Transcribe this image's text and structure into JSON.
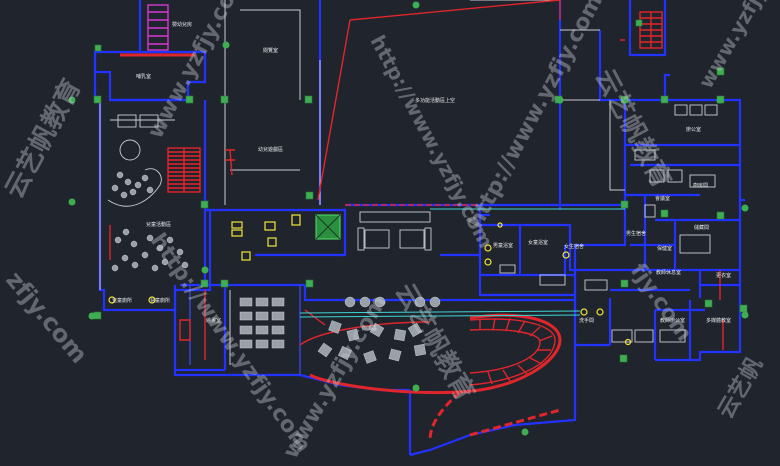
{
  "drawing": {
    "background": "#1f242d",
    "wall_color": "#2233ff",
    "accent_red": "#e0262b",
    "column_color": "#3fae52",
    "annotation_color": "#f2e63a",
    "rooms": [
      {
        "id": "r1",
        "label": "嬰幼兒房"
      },
      {
        "id": "r2",
        "label": "閱覽室"
      },
      {
        "id": "r3",
        "label": "哺乳室"
      },
      {
        "id": "r4",
        "label": "多功能活動區上空"
      },
      {
        "id": "r5",
        "label": "幼兒遊戲區"
      },
      {
        "id": "r6",
        "label": "兒童活動區"
      },
      {
        "id": "r7",
        "label": "兒童廁所"
      },
      {
        "id": "r8",
        "label": "兒童廁所"
      },
      {
        "id": "r9",
        "label": "男童浴室"
      },
      {
        "id": "r10",
        "label": "女童浴室"
      },
      {
        "id": "r11",
        "label": "女生宿舍"
      },
      {
        "id": "r12",
        "label": "男生宿舍"
      },
      {
        "id": "r13",
        "label": "保健室"
      },
      {
        "id": "r14",
        "label": "辦公室"
      },
      {
        "id": "r15",
        "label": "會議室"
      },
      {
        "id": "r16",
        "label": "廚房間"
      },
      {
        "id": "r17",
        "label": "儲藏間"
      },
      {
        "id": "r18",
        "label": "教師休息室"
      },
      {
        "id": "r19",
        "label": "更衣室"
      },
      {
        "id": "r20",
        "label": "繪畫室"
      },
      {
        "id": "r21",
        "label": "閱讀區"
      },
      {
        "id": "r22",
        "label": "洗手間"
      },
      {
        "id": "r23",
        "label": "教師辦公室"
      },
      {
        "id": "r24",
        "label": "多媒體教室"
      }
    ],
    "watermarks": [
      {
        "id": "w1",
        "text": "云艺帆教育"
      },
      {
        "id": "w2",
        "text": "www.yzfjy.com"
      },
      {
        "id": "w3",
        "text": "http://www.yzfjy.com"
      },
      {
        "id": "w4",
        "text": "云艺帆教育"
      },
      {
        "id": "w5",
        "text": "http://www.yzfjy.com"
      },
      {
        "id": "w6",
        "text": "zfjy.com"
      },
      {
        "id": "w7",
        "text": "http://www.yzfjy.com"
      },
      {
        "id": "w8",
        "text": "云艺帆教育"
      },
      {
        "id": "w9",
        "text": "www.yzfjy.com"
      },
      {
        "id": "w10",
        "text": "fjy.com"
      },
      {
        "id": "w11",
        "text": "云艺帆"
      }
    ]
  }
}
